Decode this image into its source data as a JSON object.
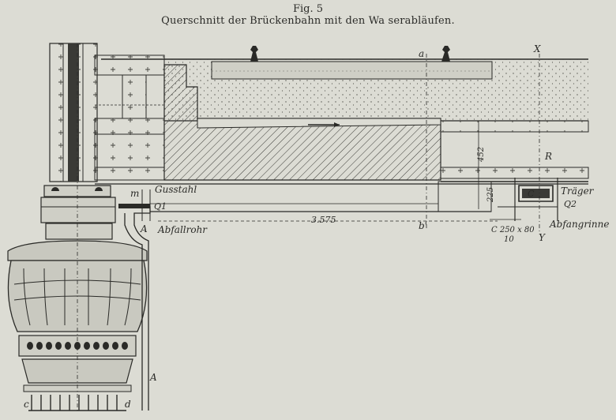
{
  "figure": {
    "number": "Fig. 5",
    "caption": "Querschnitt der Brückenbahn mit den Wa serabläufen."
  },
  "labels": {
    "a": "a",
    "b": "b'",
    "x": "X",
    "y": "Y",
    "m": "m",
    "gusstahl": "Gusstahl",
    "q1": "Q1",
    "q2": "Q2",
    "abfallrohr": "Abfallrohr",
    "a_upper": "A",
    "a_lower": "A",
    "r": "R",
    "c": "C",
    "traeger": "Träger",
    "abfangrinne": "Abfangrinne",
    "c_left": "c",
    "d": "d"
  },
  "dimensions": {
    "span": "3.575",
    "depth_upper": "452",
    "depth_lower": "225",
    "channel": "C 250 x 80",
    "channel_sub": "10"
  },
  "colors": {
    "paper": "#dcdcd4",
    "ink": "#2a2a27"
  }
}
